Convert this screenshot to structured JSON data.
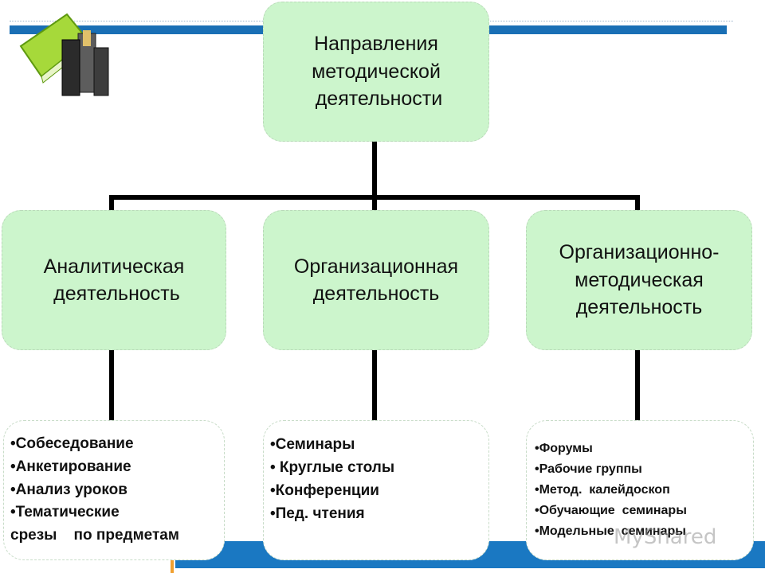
{
  "diagram": {
    "root": {
      "lines": [
        "Направления",
        "методической",
        " деятельности"
      ]
    },
    "branches": [
      {
        "lines": [
          "Аналитическая",
          " деятельность"
        ],
        "items": [
          "•Собеседование",
          "•Анкетирование",
          "•Анализ уроков",
          "•Тематические",
          "срезы    по предметам"
        ]
      },
      {
        "lines": [
          "Организационная",
          "деятельность"
        ],
        "items": [
          "•Семинары",
          "• Круглые столы",
          "•Конференции",
          "•Пед. чтения"
        ]
      },
      {
        "lines": [
          "Организационно-",
          "методическая",
          "деятельность"
        ],
        "items": [
          "•Форумы",
          "•Рабочие группы",
          "•Метод.  калейдоскоп",
          "•Обучающие  семинары",
          "•Модельные  семинары"
        ]
      }
    ]
  },
  "watermark": "MyShared",
  "colors": {
    "box_fill": "#ccf5cc",
    "stripe_blue": "#1a6fb5",
    "accent_orange": "#f0a030",
    "connector": "#000000"
  }
}
